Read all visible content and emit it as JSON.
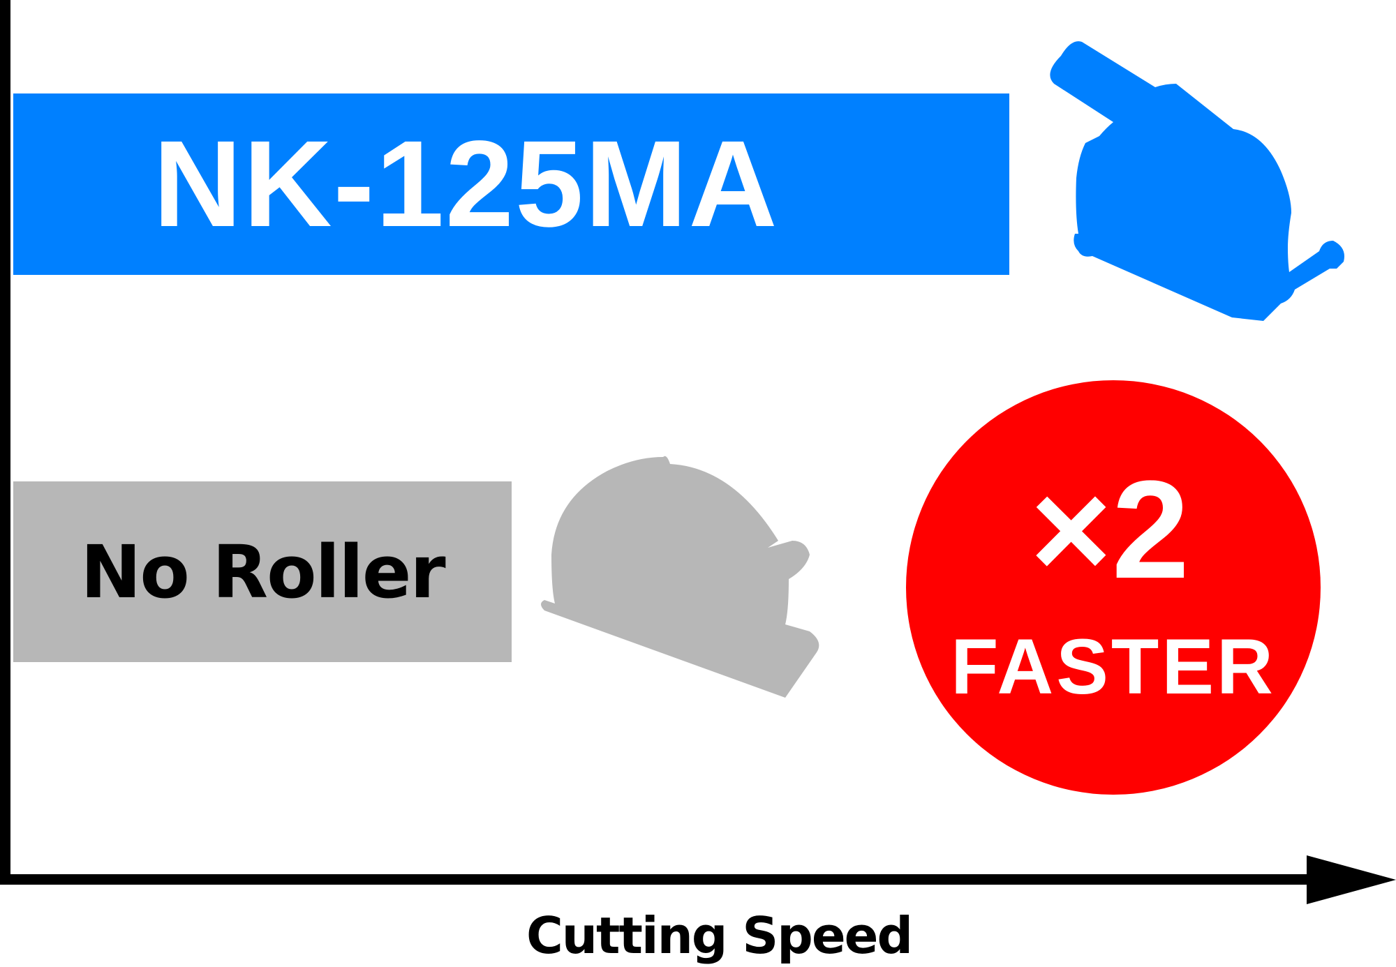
{
  "diagram": {
    "fast_product_label": "NK-125MA",
    "slow_product_label": "No Roller",
    "speed_multiplier": "×2",
    "speed_badge_text": "FASTER",
    "x_axis_label": "Cutting Speed",
    "colors": {
      "fast_bar": "#0080ff",
      "slow_bar": "#b7b7b7",
      "badge": "#ff0000",
      "axis": "#000000"
    },
    "icons": [
      "cutter-tool-blue-icon",
      "cutter-tool-gray-icon",
      "axis-arrow-icon"
    ]
  }
}
